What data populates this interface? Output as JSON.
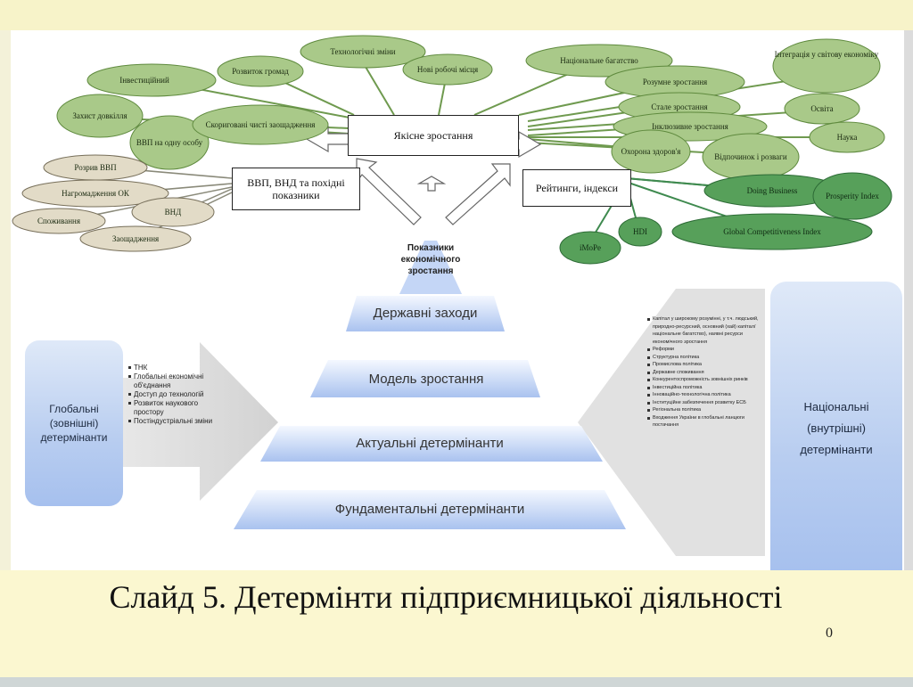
{
  "slide_title": "Слайд 5. Детермінти підприємницької діяльності",
  "page_number": "0",
  "top": {
    "quality_growth": "Якісне зростання",
    "gdp_box": "ВВП, ВНД та похідні показники",
    "ratings_box": "Рейтинги, індекси",
    "indicators": "Показники економічного зростання"
  },
  "bubbles": [
    "Технологічні зміни",
    "Розвиток громад",
    "Інвестиційний",
    "Нові робочі місця",
    "Національне багатство",
    "Інтеграція у світову економіку",
    "Розумне зростання",
    "Захист довкілля",
    "ВВП на одну особу",
    "Скориговані чисті заощадження",
    "Стале зростання",
    "Освіта",
    "Інклюзивне зростання",
    "Наука",
    "Охорона здоров'я",
    "Відпочинок і розваги",
    "Розрив ВВП",
    "Нагромадження ОК",
    "ВНД",
    "Споживання",
    "Заощадження",
    "Doing Business",
    "Prosperity Index",
    "HDI",
    "Global Competitiveness Index",
    "iMoPe"
  ],
  "pyramid": [
    "Державні заходи",
    "Модель зростання",
    "Актуальні детермінанти",
    "Фундаментальні детермінанти"
  ],
  "global": {
    "label": "Глобальні (зовнішні) детермінанти",
    "items": [
      "ТНК",
      "Глобальні економічні об'єднання",
      "Доступ до технологій",
      "Розвиток наукового простору",
      "Постіндустріальні зміни"
    ]
  },
  "national": {
    "label": "Національні (внутрішні) детермінанти",
    "items": [
      "Капітал у широкому розумінні, у т.ч. людський, природно-ресурсний, основний (хай) капітал/національне багатство), наявні ресурси економічного зростання",
      "Реформи",
      "Структурна політика",
      "Промислова політика",
      "Державне споживання",
      "Конкурентоспроможність зовнішніх ринків",
      "Інвестиційна політика",
      "Інноваційно-технологічна політика",
      "Інституційне забезпечення розвитку ЕСБ",
      "Регіональна політика",
      "Входження України в глобальні ланцюги постачання"
    ]
  }
}
